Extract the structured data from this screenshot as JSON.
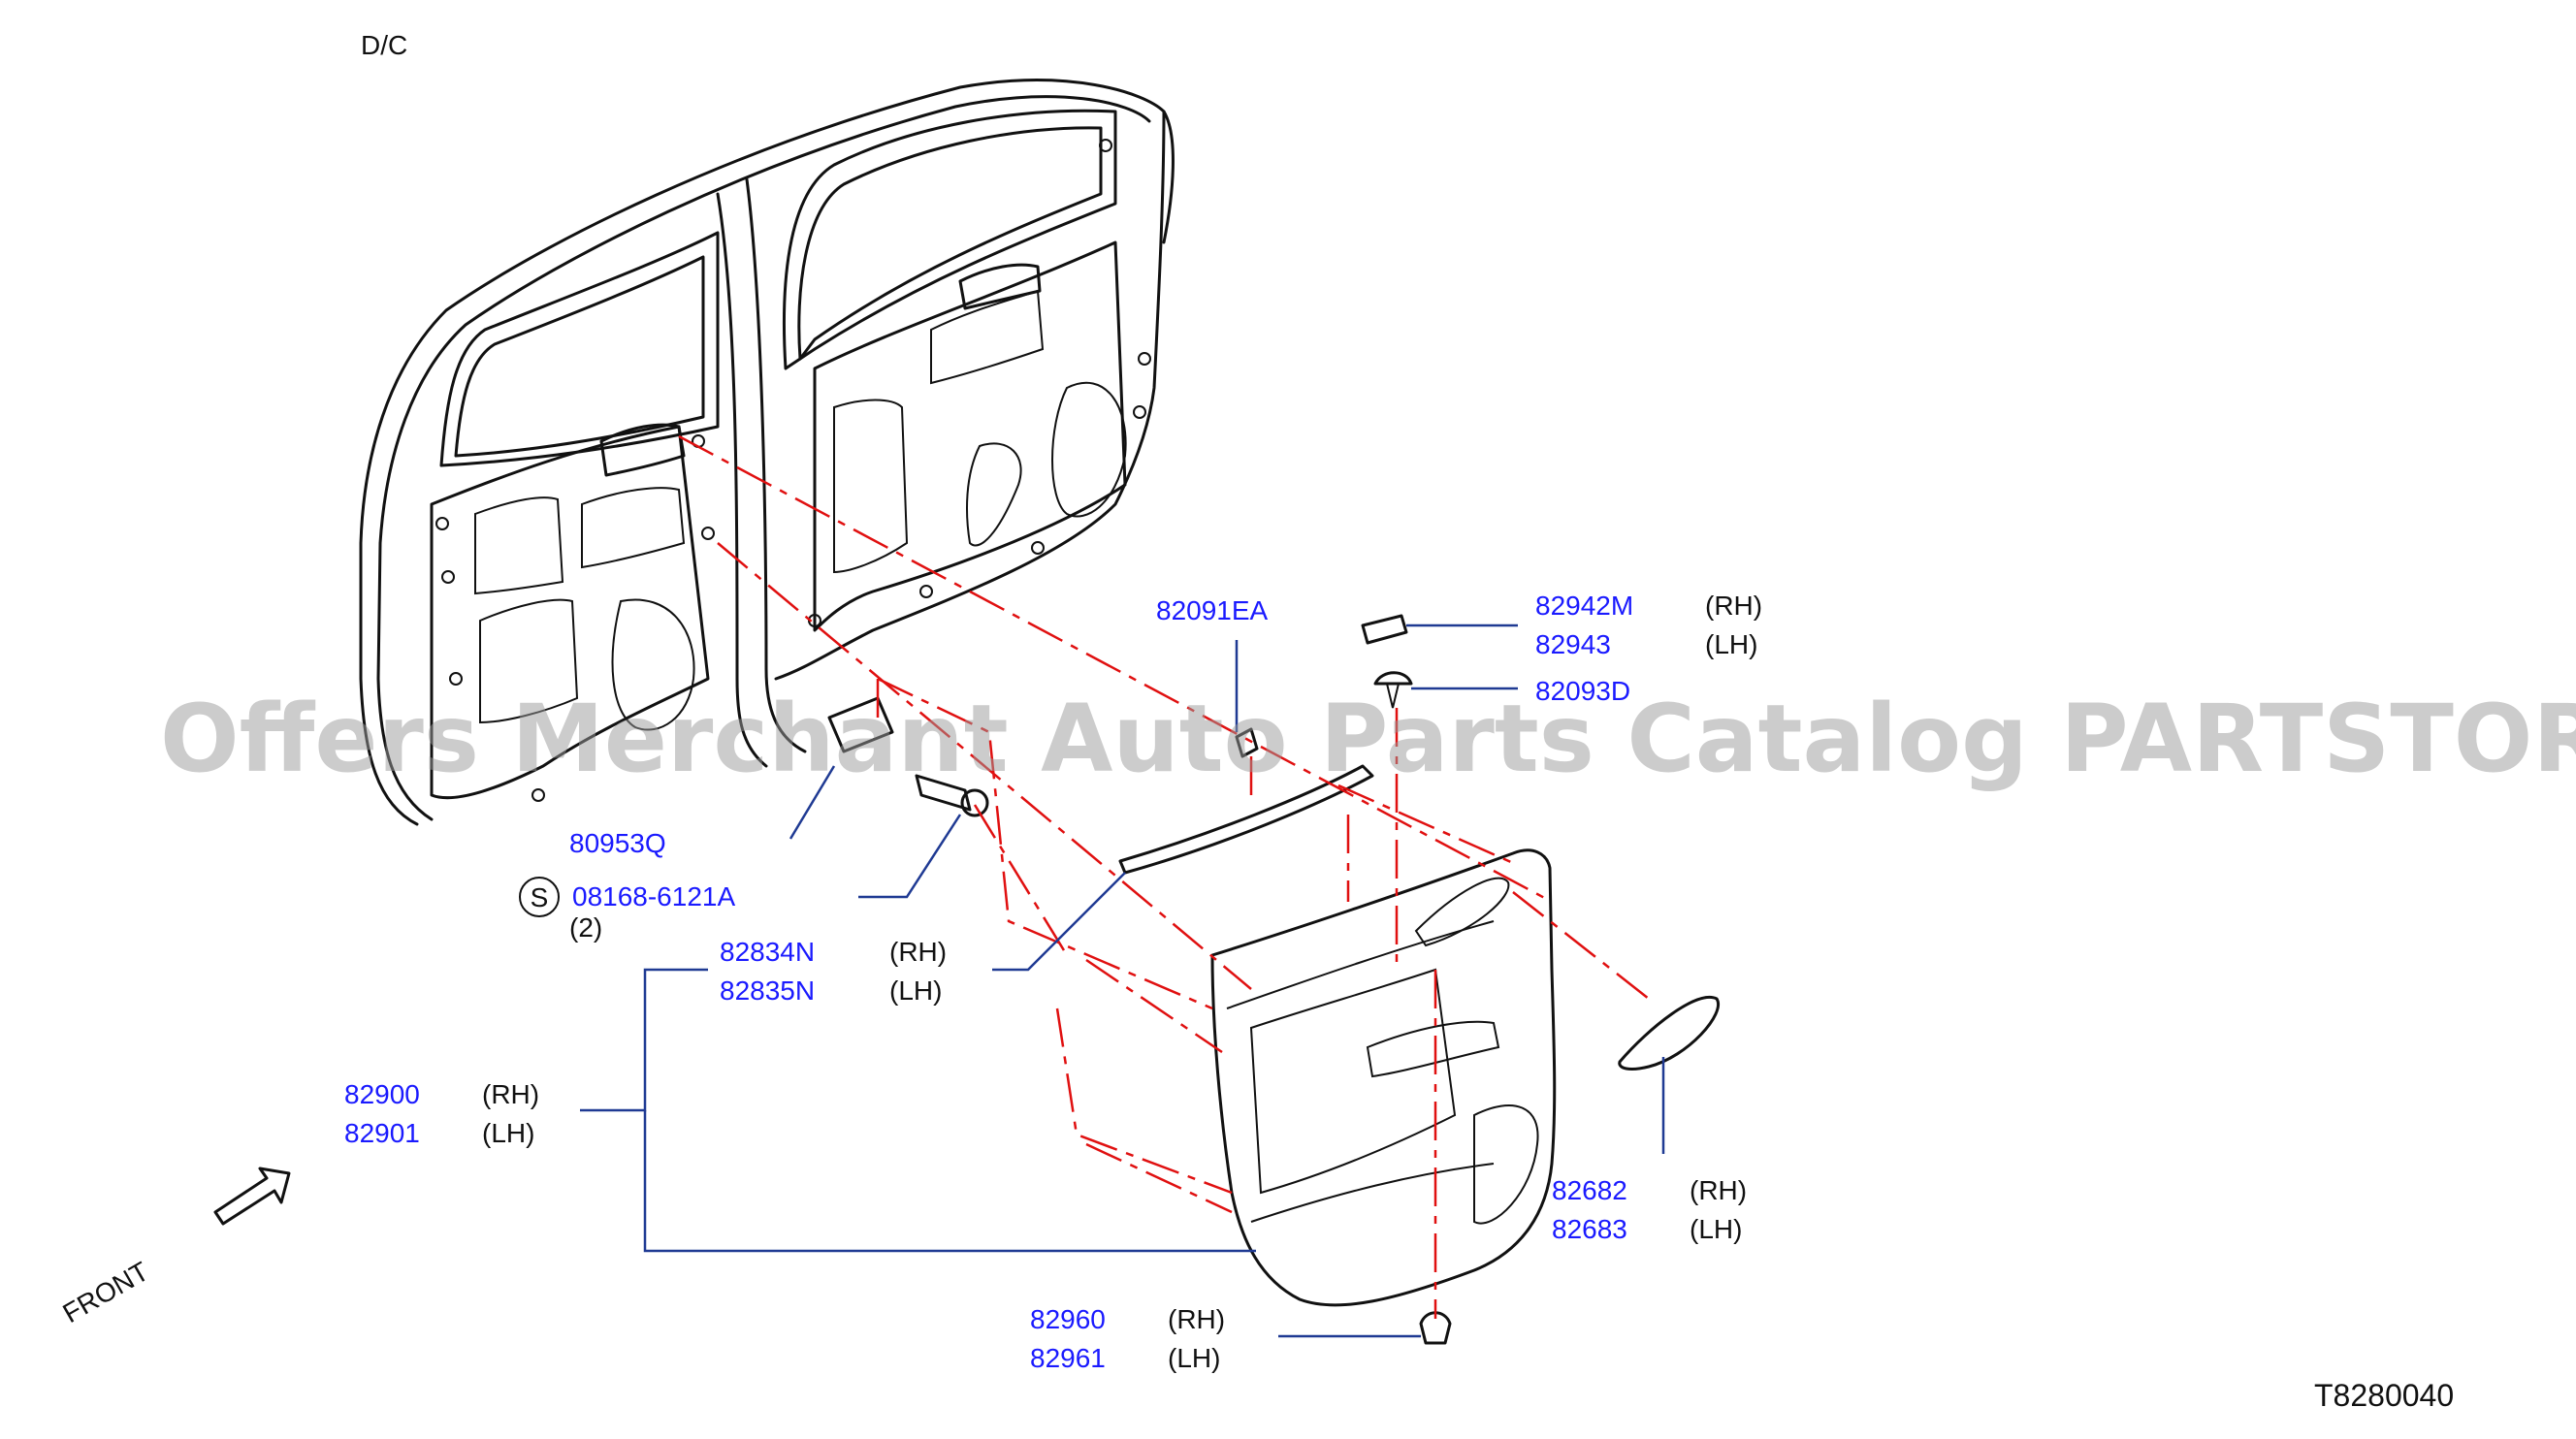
{
  "header": {
    "model_code": "D/C"
  },
  "footer": {
    "diagram_code": "T8280040"
  },
  "watermark": {
    "text": "Offers Merchant Auto Parts Catalog PARTSTORE.SA"
  },
  "direction": {
    "label": "FRONT"
  },
  "callouts": {
    "p82091EA": {
      "number": "82091EA"
    },
    "p82942M": {
      "number": "82942M",
      "side": "(RH)"
    },
    "p82943": {
      "number": "82943",
      "side": "(LH)"
    },
    "p82093D": {
      "number": "82093D"
    },
    "p80953Q": {
      "number": "80953Q"
    },
    "p08168": {
      "symbol": "S",
      "number": "08168-6121A",
      "qty": "(2)"
    },
    "p82834N": {
      "number": "82834N",
      "side": "(RH)"
    },
    "p82835N": {
      "number": "82835N",
      "side": "(LH)"
    },
    "p82900": {
      "number": "82900",
      "side": "(RH)"
    },
    "p82901": {
      "number": "82901",
      "side": "(LH)"
    },
    "p82682": {
      "number": "82682",
      "side": "(RH)"
    },
    "p82683": {
      "number": "82683",
      "side": "(LH)"
    },
    "p82960": {
      "number": "82960",
      "side": "(RH)"
    },
    "p82961": {
      "number": "82961",
      "side": "(LH)"
    }
  },
  "colors": {
    "part_number": "#1a1aff",
    "leader_line": "#1f3a93",
    "phantom_line": "#e01010",
    "line_art": "#111111",
    "watermark": "#9a9a9a"
  }
}
